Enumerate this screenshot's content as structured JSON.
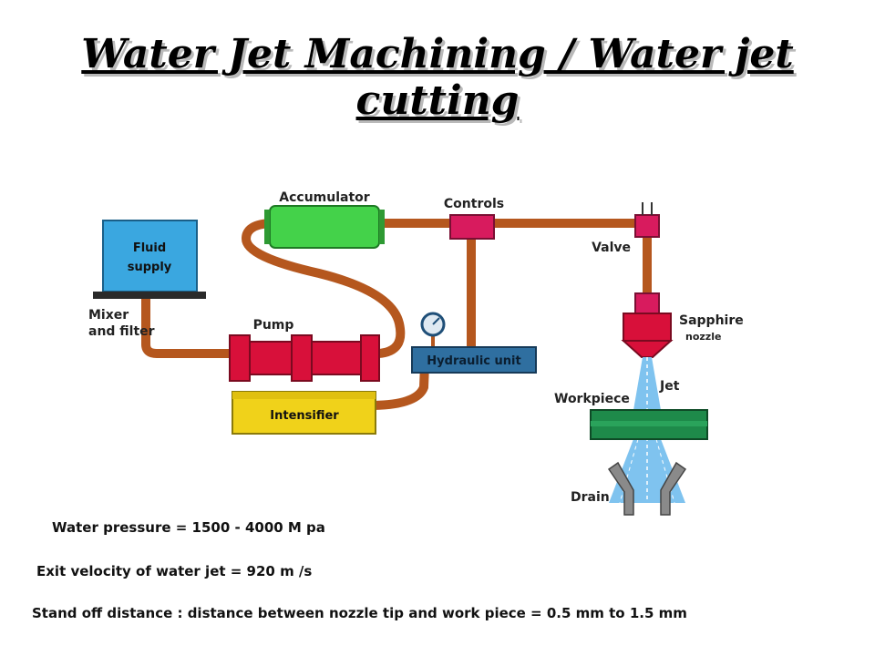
{
  "title": "Water Jet Machining / Water jet cutting",
  "diagram": {
    "accumulator": "Accumulator",
    "controls": "Controls",
    "valve": "Valve",
    "fluid_supply_line1": "Fluid",
    "fluid_supply_line2": "supply",
    "mixer_line1": "Mixer",
    "mixer_line2": "and filter",
    "pump": "Pump",
    "hydraulic_unit": "Hydraulic unit",
    "intensifier": "Intensifier",
    "sapphire_line1": "Sapphire",
    "sapphire_line2": "nozzle",
    "jet": "Jet",
    "workpiece": "Workpiece",
    "drain": "Drain"
  },
  "notes": {
    "pressure": "Water  pressure = 1500 - 4000 M pa",
    "velocity": "Exit velocity of water jet = 920 m /s",
    "standoff": "Stand off distance : distance between nozzle tip and work piece = 0.5 mm to 1.5 mm"
  },
  "colors": {
    "pipe": "#b5571e",
    "fluid_tank": "#3aa7e0",
    "accumulator": "#44d24a",
    "controls": "#d81b5e",
    "pump": "#d8103a",
    "intensifier": "#f0d21a",
    "hydraulic_unit": "#2f6fa0",
    "workpiece": "#1e8a4a",
    "drain": "#8a8a8a",
    "jet": "#7fc3ef"
  }
}
